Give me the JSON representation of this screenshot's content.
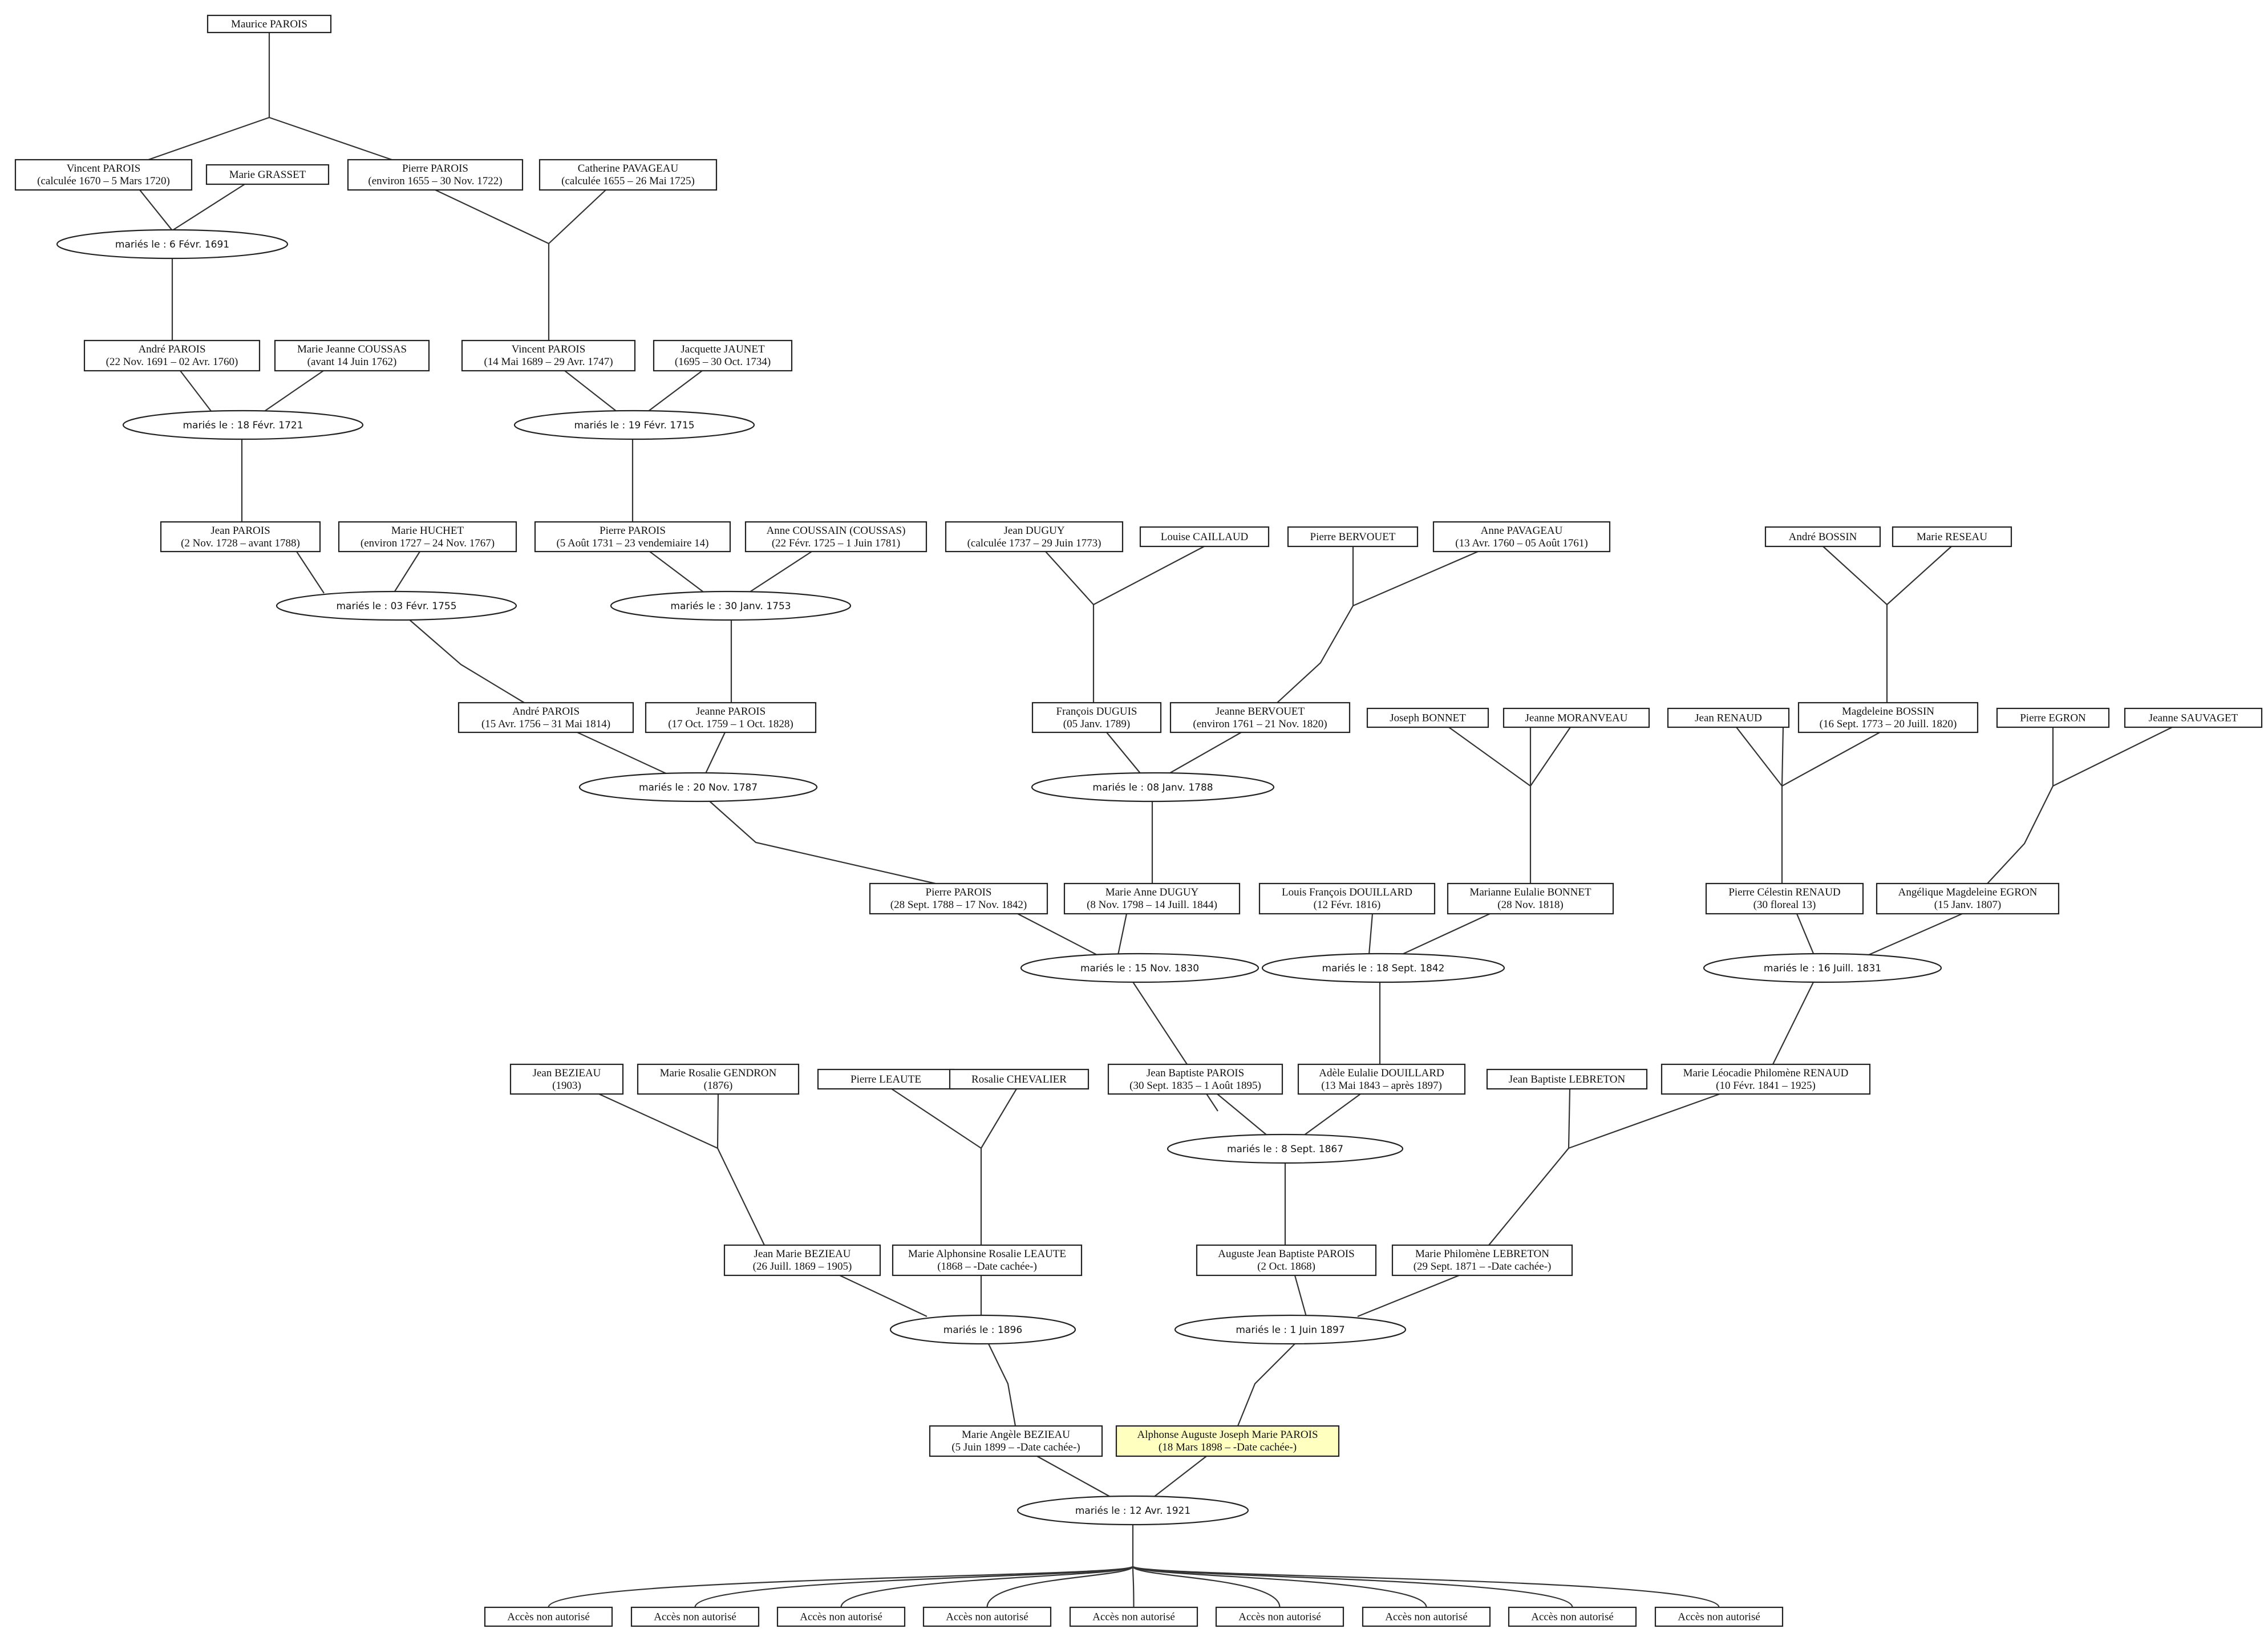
{
  "colors": {
    "line": "#333333",
    "box_border": "#222222",
    "highlight": "#ffffc0"
  },
  "persons": [
    {
      "id": "p1",
      "name": "Maurice PAROIS",
      "dates": ""
    },
    {
      "id": "p2",
      "name": "Vincent PAROIS",
      "dates": "(calculée 1670 – 5 Mars 1720)"
    },
    {
      "id": "p3",
      "name": "Marie GRASSET",
      "dates": ""
    },
    {
      "id": "p4",
      "name": "Pierre PAROIS",
      "dates": "(environ 1655 – 30 Nov. 1722)"
    },
    {
      "id": "p5",
      "name": "Catherine PAVAGEAU",
      "dates": "(calculée 1655 – 26 Mai 1725)"
    },
    {
      "id": "p6",
      "name": "André PAROIS",
      "dates": "(22 Nov. 1691 – 02 Avr. 1760)"
    },
    {
      "id": "p7",
      "name": "Marie Jeanne COUSSAS",
      "dates": "(avant 14 Juin 1762)"
    },
    {
      "id": "p8",
      "name": "Vincent PAROIS",
      "dates": "(14 Mai 1689 – 29 Avr. 1747)"
    },
    {
      "id": "p9",
      "name": "Jacquette JAUNET",
      "dates": "(1695 – 30 Oct. 1734)"
    },
    {
      "id": "p10",
      "name": "Jean PAROIS",
      "dates": "(2 Nov. 1728 – avant 1788)"
    },
    {
      "id": "p11",
      "name": "Marie HUCHET",
      "dates": "(environ 1727 – 24 Nov. 1767)"
    },
    {
      "id": "p12",
      "name": "Pierre PAROIS",
      "dates": "(5 Août 1731 – 23 vendemiaire 14)"
    },
    {
      "id": "p13",
      "name": "Anne COUSSAIN (COUSSAS)",
      "dates": "(22 Févr. 1725 – 1 Juin 1781)"
    },
    {
      "id": "p14",
      "name": "Jean DUGUY",
      "dates": "(calculée 1737 – 29 Juin 1773)"
    },
    {
      "id": "p15",
      "name": "Louise CAILLAUD",
      "dates": ""
    },
    {
      "id": "p16",
      "name": "Pierre BERVOUET",
      "dates": ""
    },
    {
      "id": "p17",
      "name": "Anne PAVAGEAU",
      "dates": "(13 Avr. 1760 – 05 Août 1761)"
    },
    {
      "id": "p18",
      "name": "André BOSSIN",
      "dates": ""
    },
    {
      "id": "p19",
      "name": "Marie RESEAU",
      "dates": ""
    },
    {
      "id": "p20",
      "name": "André PAROIS",
      "dates": "(15 Avr. 1756 – 31 Mai 1814)"
    },
    {
      "id": "p21",
      "name": "Jeanne PAROIS",
      "dates": "(17 Oct. 1759 – 1 Oct. 1828)"
    },
    {
      "id": "p22",
      "name": "François DUGUIS",
      "dates": "(05 Janv. 1789)"
    },
    {
      "id": "p23",
      "name": "Jeanne BERVOUET",
      "dates": "(environ 1761 – 21 Nov. 1820)"
    },
    {
      "id": "p24",
      "name": "Joseph BONNET",
      "dates": ""
    },
    {
      "id": "p25",
      "name": "Jeanne MORANVEAU",
      "dates": ""
    },
    {
      "id": "p26",
      "name": "Jean RENAUD",
      "dates": ""
    },
    {
      "id": "p27",
      "name": "Magdeleine BOSSIN",
      "dates": "(16 Sept. 1773 – 20 Juill. 1820)"
    },
    {
      "id": "p28",
      "name": "Pierre EGRON",
      "dates": ""
    },
    {
      "id": "p29",
      "name": "Jeanne SAUVAGET",
      "dates": ""
    },
    {
      "id": "p30",
      "name": "Pierre PAROIS",
      "dates": "(28 Sept. 1788 – 17 Nov. 1842)"
    },
    {
      "id": "p31",
      "name": "Marie Anne DUGUY",
      "dates": "(8 Nov. 1798 – 14 Juill. 1844)"
    },
    {
      "id": "p32",
      "name": "Louis François DOUILLARD",
      "dates": "(12 Févr. 1816)"
    },
    {
      "id": "p33",
      "name": "Marianne Eulalie BONNET",
      "dates": "(28 Nov. 1818)"
    },
    {
      "id": "p34",
      "name": "Pierre Célestin RENAUD",
      "dates": "(30 floreal 13)"
    },
    {
      "id": "p35",
      "name": "Angélique Magdeleine EGRON",
      "dates": "(15 Janv. 1807)"
    },
    {
      "id": "p36",
      "name": "Jean BEZIEAU",
      "dates": "(1903)"
    },
    {
      "id": "p37",
      "name": "Marie Rosalie GENDRON",
      "dates": "(1876)"
    },
    {
      "id": "p38",
      "name": "Pierre LEAUTE",
      "dates": ""
    },
    {
      "id": "p39",
      "name": "Rosalie CHEVALIER",
      "dates": ""
    },
    {
      "id": "p40",
      "name": "Jean Baptiste PAROIS",
      "dates": "(30 Sept. 1835 – 1 Août 1895)"
    },
    {
      "id": "p41",
      "name": "Adèle Eulalie DOUILLARD",
      "dates": "(13 Mai 1843 – après 1897)"
    },
    {
      "id": "p42",
      "name": "Jean Baptiste LEBRETON",
      "dates": ""
    },
    {
      "id": "p43",
      "name": "Marie Léocadie Philomène RENAUD",
      "dates": "(10 Févr. 1841 – 1925)"
    },
    {
      "id": "p44",
      "name": "Jean Marie BEZIEAU",
      "dates": "(26 Juill. 1869 – 1905)"
    },
    {
      "id": "p45",
      "name": "Marie Alphonsine Rosalie LEAUTE",
      "dates": "(1868 – -Date cachée-)"
    },
    {
      "id": "p46",
      "name": "Auguste Jean Baptiste PAROIS",
      "dates": "(2 Oct. 1868)"
    },
    {
      "id": "p47",
      "name": "Marie Philomène LEBRETON",
      "dates": "(29 Sept. 1871 – -Date cachée-)"
    },
    {
      "id": "p48",
      "name": "Marie Angèle BEZIEAU",
      "dates": "(5 Juin 1899 – -Date cachée-)"
    },
    {
      "id": "p49",
      "name": "Alphonse Auguste Joseph Marie PAROIS",
      "dates": "(18 Mars 1898 – -Date cachée-)",
      "root": true
    },
    {
      "id": "c1",
      "name": "Accès non autorisé",
      "dates": ""
    },
    {
      "id": "c2",
      "name": "Accès non autorisé",
      "dates": ""
    },
    {
      "id": "c3",
      "name": "Accès non autorisé",
      "dates": ""
    },
    {
      "id": "c4",
      "name": "Accès non autorisé",
      "dates": ""
    },
    {
      "id": "c5",
      "name": "Accès non autorisé",
      "dates": ""
    },
    {
      "id": "c6",
      "name": "Accès non autorisé",
      "dates": ""
    },
    {
      "id": "c7",
      "name": "Accès non autorisé",
      "dates": ""
    },
    {
      "id": "c8",
      "name": "Accès non autorisé",
      "dates": ""
    },
    {
      "id": "c9",
      "name": "Accès non autorisé",
      "dates": ""
    }
  ],
  "unions": [
    {
      "id": "u1",
      "label": "mariés le : 6 Févr. 1691"
    },
    {
      "id": "u2",
      "label": "mariés le : 18 Févr. 1721"
    },
    {
      "id": "u3",
      "label": "mariés le : 19 Févr. 1715"
    },
    {
      "id": "u4",
      "label": "mariés le : 03 Févr. 1755"
    },
    {
      "id": "u5",
      "label": "mariés le : 30 Janv. 1753"
    },
    {
      "id": "u6",
      "label": "mariés le : 20 Nov. 1787"
    },
    {
      "id": "u7",
      "label": "mariés le : 08 Janv. 1788"
    },
    {
      "id": "u8",
      "label": "mariés le : 15 Nov. 1830"
    },
    {
      "id": "u9",
      "label": "mariés le : 18 Sept. 1842"
    },
    {
      "id": "u10",
      "label": "mariés le : 16 Juill. 1831"
    },
    {
      "id": "u11",
      "label": "mariés le : 8 Sept. 1867"
    },
    {
      "id": "u12",
      "label": "mariés le : 1896"
    },
    {
      "id": "u13",
      "label": "mariés le : 1 Juin 1897"
    },
    {
      "id": "u14",
      "label": "mariés le : 12 Avr. 1921"
    }
  ]
}
